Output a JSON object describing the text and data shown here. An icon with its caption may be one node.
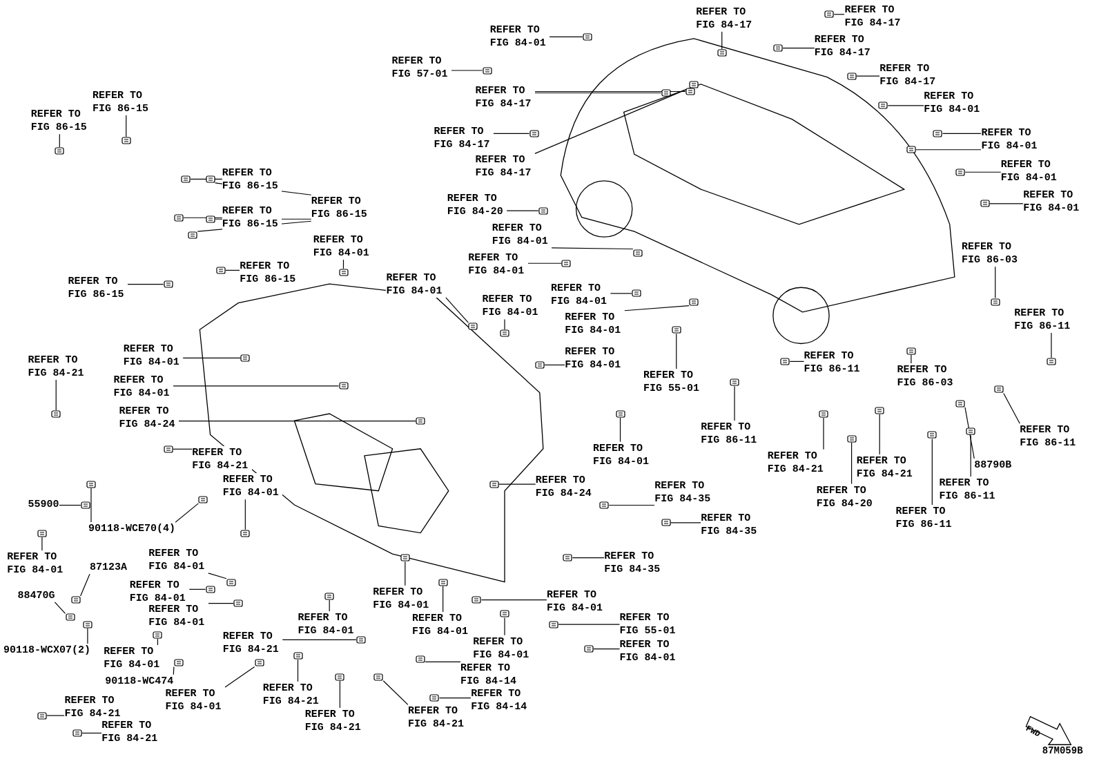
{
  "diagram": {
    "nodes": [
      {
        "text": [
          "REFER TO FIG 84-01"
        ]
      },
      {
        "text": [
          "REFER TO FIG 57-01"
        ]
      },
      {
        "text": [
          "REFER TO FIG 84-17"
        ]
      },
      {
        "text": [
          "REFER TO FIG 84-17"
        ]
      },
      {
        "text": [
          "REFER TO FIG 84-17"
        ]
      },
      {
        "text": [
          "REFER TO FIG 84-17"
        ]
      },
      {
        "text": [
          "REFER TO FIG 84-01"
        ]
      },
      {
        "text": [
          "REFER TO FIG 84-01"
        ]
      },
      {
        "text": [
          "REFER TO FIG 84-01"
        ]
      },
      {
        "text": [
          "REFER TO FIG 84-01"
        ]
      },
      {
        "text": [
          "REFER TO FIG 84-17"
        ]
      },
      {
        "text": [
          "REFER TO FIG 84-17"
        ]
      },
      {
        "text": [
          "REFER TO FIG 84-17"
        ]
      },
      {
        "text": [
          "REFER TO FIG 84-20"
        ]
      },
      {
        "text": [
          "REFER TO FIG 84-01"
        ]
      },
      {
        "text": [
          "REFER TO FIG 84-01"
        ]
      },
      {
        "text": [
          "REFER TO FIG 84-01"
        ]
      },
      {
        "text": [
          "REFER TO FIG 84-01"
        ]
      },
      {
        "text": [
          "REFER TO FIG 84-01"
        ]
      },
      {
        "text": [
          "REFER TO FIG 84-01"
        ]
      },
      {
        "text": [
          "REFER TO FIG 84-01"
        ]
      },
      {
        "text": [
          "REFER TO FIG 55-01"
        ]
      },
      {
        "text": [
          "REFER TO FIG 84-01"
        ]
      },
      {
        "text": [
          "REFER TO FIG 86-03"
        ]
      },
      {
        "text": [
          "REFER TO FIG 86-11"
        ]
      },
      {
        "text": [
          "REFER TO FIG 86-11"
        ]
      },
      {
        "text": [
          "REFER TO FIG 86-03"
        ]
      },
      {
        "text": [
          "REFER TO FIG 86-11"
        ]
      },
      {
        "text": [
          "REFER TO FIG 84-21"
        ]
      },
      {
        "text": [
          "REFER TO FIG 84-21"
        ]
      },
      {
        "text": [
          "REFER TO FIG 84-20"
        ]
      },
      {
        "text": [
          "REFER TO FIG 86-11"
        ]
      },
      {
        "text": [
          "REFER TO FIG 86-11"
        ]
      },
      {
        "text": [
          "REFER TO FIG 86-11"
        ]
      },
      {
        "text": [
          "88790B"
        ]
      },
      {
        "text": [
          "REFER TO FIG 84-35"
        ]
      },
      {
        "text": [
          "REFER TO FIG 84-35"
        ]
      },
      {
        "text": [
          "REFER TO FIG 84-35"
        ]
      },
      {
        "text": [
          "REFER TO FIG 84-24"
        ]
      },
      {
        "text": [
          "REFER TO FIG 84-01"
        ]
      },
      {
        "text": [
          "REFER TO FIG 55-01"
        ]
      },
      {
        "text": [
          "REFER TO FIG 84-01"
        ]
      },
      {
        "text": [
          "REFER TO FIG 84-01"
        ]
      },
      {
        "text": [
          "REFER TO FIG 84-01"
        ]
      },
      {
        "text": [
          "REFER TO FIG 84-01"
        ]
      },
      {
        "text": [
          "REFER TO FIG 84-14"
        ]
      },
      {
        "text": [
          "REFER TO FIG 84-14"
        ]
      },
      {
        "text": [
          "REFER TO FIG 84-21"
        ]
      },
      {
        "text": [
          "REFER TO FIG 84-21"
        ]
      },
      {
        "text": [
          "REFER TO FIG 84-21"
        ]
      },
      {
        "text": [
          "REFER TO FIG 84-01"
        ]
      },
      {
        "text": [
          "REFER TO FIG 84-21"
        ]
      },
      {
        "text": [
          "REFER TO FIG 84-01"
        ]
      },
      {
        "text": [
          "REFER TO FIG 84-01"
        ]
      },
      {
        "text": [
          "90118-WC474"
        ]
      },
      {
        "text": [
          "90118-WCX07(2)"
        ]
      },
      {
        "text": [
          "88470G"
        ]
      },
      {
        "text": [
          "87123A"
        ]
      },
      {
        "text": [
          "REFER TO FIG 84-01"
        ]
      },
      {
        "text": [
          "REFER TO FIG 84-01"
        ]
      },
      {
        "text": [
          "REFER TO FIG 84-01"
        ]
      },
      {
        "text": [
          "REFER TO FIG 84-01"
        ]
      },
      {
        "text": [
          "55900"
        ]
      },
      {
        "text": [
          "90118-WCE70(4)"
        ]
      },
      {
        "text": [
          "REFER TO FIG 84-21"
        ]
      },
      {
        "text": [
          "REFER TO FIG 84-21"
        ]
      },
      {
        "text": [
          "REFER TO FIG 84-01"
        ]
      },
      {
        "text": [
          "REFER TO FIG 84-24"
        ]
      },
      {
        "text": [
          "REFER TO FIG 84-01"
        ]
      },
      {
        "text": [
          "REFER TO FIG 84-01"
        ]
      },
      {
        "text": [
          "REFER TO FIG 84-01"
        ]
      },
      {
        "text": [
          "REFER TO FIG 86-15"
        ]
      },
      {
        "text": [
          "REFER TO FIG 86-15"
        ]
      },
      {
        "text": [
          "REFER TO FIG 86-15"
        ]
      },
      {
        "text": [
          "REFER TO FIG 86-15"
        ]
      },
      {
        "text": [
          "REFER TO FIG 86-15"
        ]
      },
      {
        "text": [
          "REFER TO FIG 86-15"
        ]
      },
      {
        "text": [
          "REFER TO FIG 84-21"
        ]
      },
      {
        "text": [
          "REFER TO FIG 84-21"
        ]
      },
      {
        "text": [
          "REFER TO FIG 86-15"
        ]
      },
      {
        "text": [],
        "shape": "picture"
      },
      {
        "text": [],
        "shape": "picture"
      },
      {
        "text": [],
        "shape": "picture"
      },
      {
        "text": [],
        "shape": "picture"
      },
      {
        "text": [],
        "shape": "picture"
      },
      {
        "text": [],
        "shape": "picture"
      },
      {
        "text": [],
        "shape": "picture"
      },
      {
        "text": [],
        "shape": "picture"
      },
      {
        "text": [],
        "shape": "picture"
      },
      {
        "text": [],
        "shape": "picture"
      },
      {
        "text": [],
        "shape": "picture"
      },
      {
        "text": [],
        "shape": "picture"
      },
      {
        "text": [],
        "shape": "picture"
      },
      {
        "text": [],
        "shape": "picture"
      },
      {
        "text": [],
        "shape": "picture"
      },
      {
        "text": [],
        "shape": "picture"
      },
      {
        "text": [],
        "shape": "picture"
      },
      {
        "text": [],
        "shape": "picture"
      },
      {
        "text": [],
        "shape": "picture"
      },
      {
        "text": [],
        "shape": "picture"
      },
      {
        "text": [],
        "shape": "picture"
      },
      {
        "text": [],
        "shape": "picture"
      },
      {
        "text": [],
        "shape": "picture"
      },
      {
        "text": [],
        "shape": "picture"
      },
      {
        "text": [],
        "shape": "picture"
      },
      {
        "text": [],
        "shape": "picture"
      },
      {
        "text": [],
        "shape": "picture"
      },
      {
        "text": [],
        "shape": "picture"
      },
      {
        "text": [],
        "shape": "picture"
      },
      {
        "text": [],
        "shape": "picture"
      },
      {
        "text": [],
        "shape": "picture"
      },
      {
        "text": [],
        "shape": "picture"
      },
      {
        "text": [],
        "shape": "picture"
      },
      {
        "text": [],
        "shape": "picture"
      },
      {
        "text": [],
        "shape": "picture"
      },
      {
        "text": [],
        "shape": "picture"
      },
      {
        "text": [],
        "shape": "picture"
      },
      {
        "text": [],
        "shape": "picture"
      },
      {
        "text": [],
        "shape": "picture"
      },
      {
        "text": [],
        "shape": "picture"
      },
      {
        "text": [],
        "shape": "picture"
      },
      {
        "text": [],
        "shape": "picture"
      },
      {
        "text": [],
        "shape": "picture"
      },
      {
        "text": [],
        "shape": "picture"
      },
      {
        "text": [],
        "shape": "picture"
      },
      {
        "text": [],
        "shape": "picture"
      },
      {
        "text": [],
        "shape": "picture"
      },
      {
        "text": [],
        "shape": "picture"
      },
      {
        "text": [],
        "shape": "picture"
      },
      {
        "text": [],
        "shape": "picture"
      },
      {
        "text": [],
        "shape": "picture"
      },
      {
        "text": [],
        "shape": "picture"
      },
      {
        "text": [],
        "shape": "picture"
      },
      {
        "text": [],
        "shape": "picture"
      },
      {
        "text": [],
        "shape": "picture"
      },
      {
        "text": [],
        "shape": "picture"
      },
      {
        "text": [],
        "shape": "picture"
      },
      {
        "text": [],
        "shape": "picture"
      },
      {
        "text": [],
        "shape": "picture"
      },
      {
        "text": [],
        "shape": "picture"
      },
      {
        "text": [],
        "shape": "picture"
      },
      {
        "text": [],
        "shape": "picture"
      },
      {
        "text": [],
        "shape": "picture"
      },
      {
        "text": [],
        "shape": "picture"
      },
      {
        "text": [],
        "shape": "picture"
      },
      {
        "text": [],
        "shape": "picture"
      },
      {
        "text": [],
        "shape": "picture"
      },
      {
        "text": [],
        "shape": "picture"
      },
      {
        "text": [],
        "shape": "picture"
      },
      {
        "text": [],
        "shape": "picture"
      },
      {
        "text": [],
        "shape": "picture"
      },
      {
        "text": [],
        "shape": "picture"
      },
      {
        "text": [],
        "shape": "picture"
      },
      {
        "text": [],
        "shape": "picture"
      },
      {
        "text": [],
        "shape": "picture"
      },
      {
        "text": [],
        "shape": "picture"
      },
      {
        "text": [],
        "shape": "picture"
      },
      {
        "text": [],
        "shape": "picture"
      },
      {
        "text": [],
        "shape": "picture"
      },
      {
        "text": [],
        "shape": "picture"
      },
      {
        "text": [],
        "shape": "picture"
      },
      {
        "text": [],
        "shape": "picture"
      },
      {
        "text": [],
        "shape": "picture"
      },
      {
        "text": [],
        "shape": "picture"
      },
      {
        "text": [],
        "shape": "picture"
      }
    ],
    "edges": [
      {
        "from": 0,
        "to": 80,
        "arrow": "none"
      },
      {
        "from": 1,
        "to": 81,
        "arrow": "none"
      },
      {
        "from": 2,
        "to": 82,
        "arrow": "none"
      },
      {
        "from": 3,
        "to": 83,
        "arrow": "none"
      },
      {
        "from": 4,
        "to": 84,
        "arrow": "none"
      },
      {
        "from": 5,
        "to": 85,
        "arrow": "none"
      },
      {
        "from": 6,
        "to": 86,
        "arrow": "none"
      },
      {
        "from": 7,
        "to": 87,
        "arrow": "none"
      },
      {
        "from": 7,
        "to": 88,
        "arrow": "none"
      },
      {
        "from": 8,
        "to": 89,
        "arrow": "none"
      },
      {
        "from": 9,
        "to": 90,
        "arrow": "none"
      },
      {
        "from": 10,
        "to": 91,
        "arrow": "none"
      },
      {
        "from": 10,
        "to": 92,
        "arrow": "none"
      },
      {
        "from": 11,
        "to": 93,
        "arrow": "none"
      },
      {
        "from": 12,
        "to": 94,
        "arrow": "none"
      },
      {
        "from": 13,
        "to": 95,
        "arrow": "none"
      },
      {
        "from": 14,
        "to": 96,
        "arrow": "none"
      },
      {
        "from": 15,
        "to": 97,
        "arrow": "none"
      },
      {
        "from": 16,
        "to": 98,
        "arrow": "none"
      },
      {
        "from": 17,
        "to": 99,
        "arrow": "none"
      },
      {
        "from": 18,
        "to": 100,
        "arrow": "none"
      },
      {
        "from": 19,
        "to": 101,
        "arrow": "none"
      },
      {
        "from": 20,
        "to": 102,
        "arrow": "none"
      },
      {
        "from": 21,
        "to": 103,
        "arrow": "none"
      },
      {
        "from": 22,
        "to": 104,
        "arrow": "none"
      },
      {
        "from": 23,
        "to": 105,
        "arrow": "none"
      },
      {
        "from": 24,
        "to": 106,
        "arrow": "none"
      },
      {
        "from": 25,
        "to": 107,
        "arrow": "none"
      },
      {
        "from": 26,
        "to": 108,
        "arrow": "none"
      },
      {
        "from": 27,
        "to": 109,
        "arrow": "none"
      },
      {
        "from": 28,
        "to": 110,
        "arrow": "none"
      },
      {
        "from": 29,
        "to": 111,
        "arrow": "none"
      },
      {
        "from": 30,
        "to": 112,
        "arrow": "none"
      },
      {
        "from": 31,
        "to": 113,
        "arrow": "none"
      },
      {
        "from": 32,
        "to": 114,
        "arrow": "none"
      },
      {
        "from": 33,
        "to": 115,
        "arrow": "none"
      },
      {
        "from": 34,
        "to": 116,
        "arrow": "none"
      },
      {
        "from": 35,
        "to": 117,
        "arrow": "none"
      },
      {
        "from": 36,
        "to": 118,
        "arrow": "none"
      },
      {
        "from": 37,
        "to": 119,
        "arrow": "none"
      },
      {
        "from": 38,
        "to": 120,
        "arrow": "none"
      },
      {
        "from": 39,
        "to": 121,
        "arrow": "none"
      },
      {
        "from": 40,
        "to": 122,
        "arrow": "none"
      },
      {
        "from": 41,
        "to": 123,
        "arrow": "none"
      },
      {
        "from": 42,
        "to": 124,
        "arrow": "none"
      },
      {
        "from": 43,
        "to": 125,
        "arrow": "none"
      },
      {
        "from": 44,
        "to": 126,
        "arrow": "none"
      },
      {
        "from": 45,
        "to": 127,
        "arrow": "none"
      },
      {
        "from": 46,
        "to": 128,
        "arrow": "none"
      },
      {
        "from": 47,
        "to": 129,
        "arrow": "none"
      },
      {
        "from": 48,
        "to": 130,
        "arrow": "none"
      },
      {
        "from": 49,
        "to": 131,
        "arrow": "none"
      },
      {
        "from": 50,
        "to": 132,
        "arrow": "none"
      },
      {
        "from": 51,
        "to": 133,
        "arrow": "none"
      },
      {
        "from": 52,
        "to": 134,
        "arrow": "none"
      },
      {
        "from": 53,
        "to": 135,
        "arrow": "none"
      },
      {
        "from": 54,
        "to": 136,
        "arrow": "none"
      },
      {
        "from": 55,
        "to": 137,
        "arrow": "none"
      },
      {
        "from": 56,
        "to": 138,
        "arrow": "none"
      },
      {
        "from": 57,
        "to": 139,
        "arrow": "none"
      },
      {
        "from": 58,
        "to": 140,
        "arrow": "none"
      },
      {
        "from": 59,
        "to": 141,
        "arrow": "none"
      },
      {
        "from": 60,
        "to": 142,
        "arrow": "none"
      },
      {
        "from": 61,
        "to": 143,
        "arrow": "none"
      },
      {
        "from": 62,
        "to": 144,
        "arrow": "none"
      },
      {
        "from": 63,
        "to": 145,
        "arrow": "none"
      },
      {
        "from": 63,
        "to": 146,
        "arrow": "none"
      },
      {
        "from": 64,
        "to": 147,
        "arrow": "none"
      },
      {
        "from": 65,
        "to": 148,
        "arrow": "none"
      },
      {
        "from": 66,
        "to": 149,
        "arrow": "none"
      },
      {
        "from": 67,
        "to": 150,
        "arrow": "none"
      },
      {
        "from": 68,
        "to": 151,
        "arrow": "none"
      },
      {
        "from": 69,
        "to": 152,
        "arrow": "none"
      },
      {
        "from": 70,
        "to": 153,
        "arrow": "none"
      },
      {
        "from": 71,
        "to": 154,
        "arrow": "none"
      },
      {
        "from": 72,
        "to": 155,
        "arrow": "none"
      },
      {
        "from": 73,
        "to": 156,
        "arrow": "none"
      },
      {
        "from": 73,
        "to": 157,
        "arrow": "none"
      },
      {
        "from": 73,
        "to": 158,
        "arrow": "none"
      },
      {
        "from": 74,
        "to": 159,
        "arrow": "none"
      },
      {
        "from": 75,
        "to": 160,
        "arrow": "none"
      },
      {
        "from": 76,
        "to": 161,
        "arrow": "none"
      },
      {
        "from": 77,
        "to": 162,
        "arrow": "none"
      },
      {
        "from": 78,
        "to": 163,
        "arrow": "none"
      },
      {
        "from": 79,
        "to": 164,
        "arrow": "none"
      }
    ],
    "labels": [
      "FWD",
      "87M059B"
    ]
  }
}
